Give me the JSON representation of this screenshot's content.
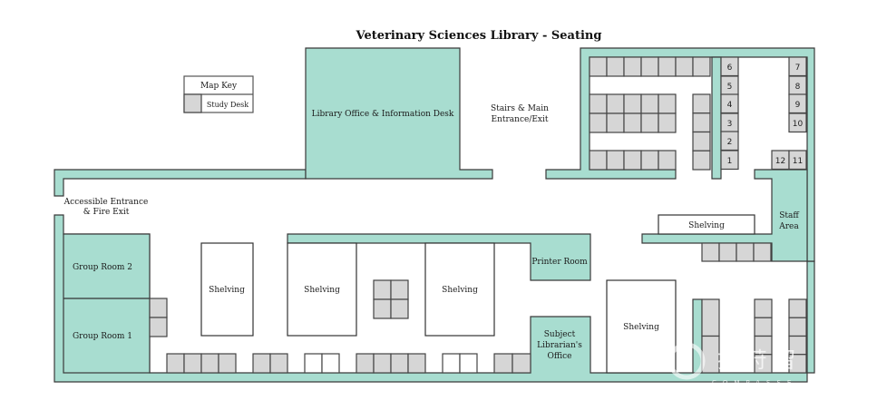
{
  "title": "Veterinary Sciences Library - Seating",
  "colors": {
    "room_fill": "#a8ddd0",
    "desk_fill": "#d6d6d6",
    "outline": "#3a3a3a",
    "background": "#ffffff"
  },
  "map_key": {
    "heading": "Map Key",
    "items": [
      {
        "label": "Study Desk",
        "swatch": "desk"
      }
    ]
  },
  "areas": {
    "library_office": "Library Office & Information Desk",
    "stairs_line1": "Stairs & Main",
    "stairs_line2": "Entrance/Exit",
    "accessible_line1": "Accessible Entrance",
    "accessible_line2": "& Fire Exit",
    "group_room_2": "Group Room 2",
    "group_room_1": "Group Room 1",
    "printer_room": "Printer Room",
    "subject_line1": "Subject",
    "subject_line2": "Librarian's",
    "subject_line3": "Office",
    "staff_line1": "Staff",
    "staff_line2": "Area"
  },
  "shelving": [
    {
      "id": "shelving-1",
      "label": "Shelving"
    },
    {
      "id": "shelving-2",
      "label": "Shelving"
    },
    {
      "id": "shelving-3",
      "label": "Shelving"
    },
    {
      "id": "shelving-4",
      "label": "Shelving"
    },
    {
      "id": "shelving-5",
      "label": "Shelving"
    }
  ],
  "numbered_desks": [
    {
      "number": "6"
    },
    {
      "number": "5"
    },
    {
      "number": "4"
    },
    {
      "number": "3"
    },
    {
      "number": "2"
    },
    {
      "number": "1"
    },
    {
      "number": "7"
    },
    {
      "number": "8"
    },
    {
      "number": "9"
    },
    {
      "number": "10"
    },
    {
      "number": "12"
    },
    {
      "number": "11"
    }
  ],
  "watermark": {
    "text": "COMPASSE"
  }
}
